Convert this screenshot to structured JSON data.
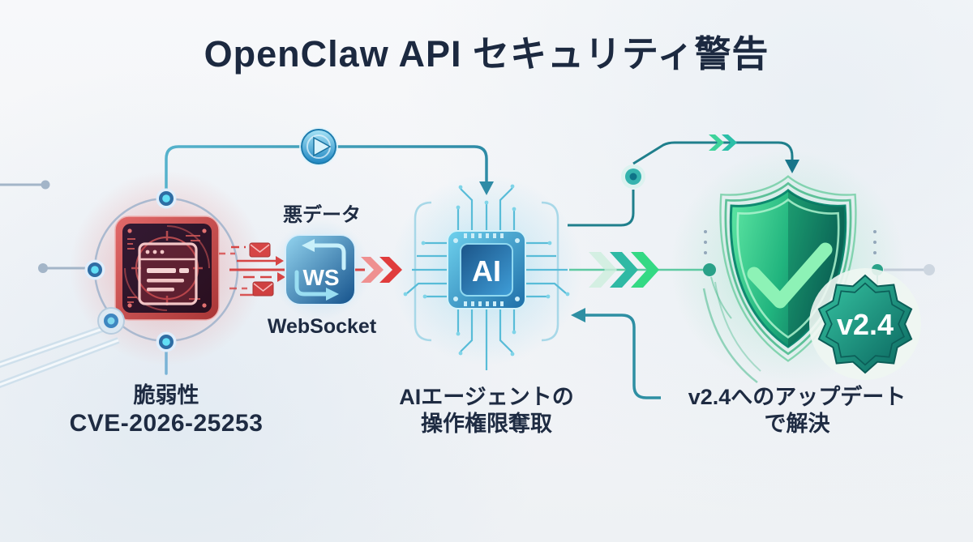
{
  "title": "OpenClaw API セキュリティ警告",
  "flow": {
    "vulnerability": {
      "label_line1": "脆弱性",
      "label_line2": "CVE-2026-25253"
    },
    "transport": {
      "top_label": "悪データ",
      "icon_text": "WS",
      "bottom_label": "WebSocket"
    },
    "ai_agent": {
      "icon_text": "AI",
      "label_line1": "AIエージェントの",
      "label_line2": "操作権限奪取"
    },
    "remediation": {
      "badge_text": "v2.4",
      "label_line1": "v2.4へのアップデート",
      "label_line2": "で解決"
    }
  },
  "icons": {
    "vulnerable-chip-icon": "red compromised server chip with browser window",
    "mail-icon": "red envelope (malicious payload)",
    "play-icon": "▶ glossy play button on connector",
    "websocket-icon": "blue rounded square with WS and sync arrows",
    "ai-chip-icon": "blue AI processor with circuit pins",
    "shield-check-icon": "green shield with checkmark ✓",
    "version-badge-icon": "green seal badge v2.4",
    "chevron-arrows-icon": "» flow chevrons"
  },
  "colors": {
    "title_text": "#1c2940",
    "label_text": "#1e2b42",
    "danger_red": "#d64545",
    "websocket_blue": "#2470a8",
    "ai_cyan": "#37a6d4",
    "teal_line": "#2e8fa3",
    "success_green": "#2fbf7f",
    "node_gray": "#9fb3c8"
  }
}
